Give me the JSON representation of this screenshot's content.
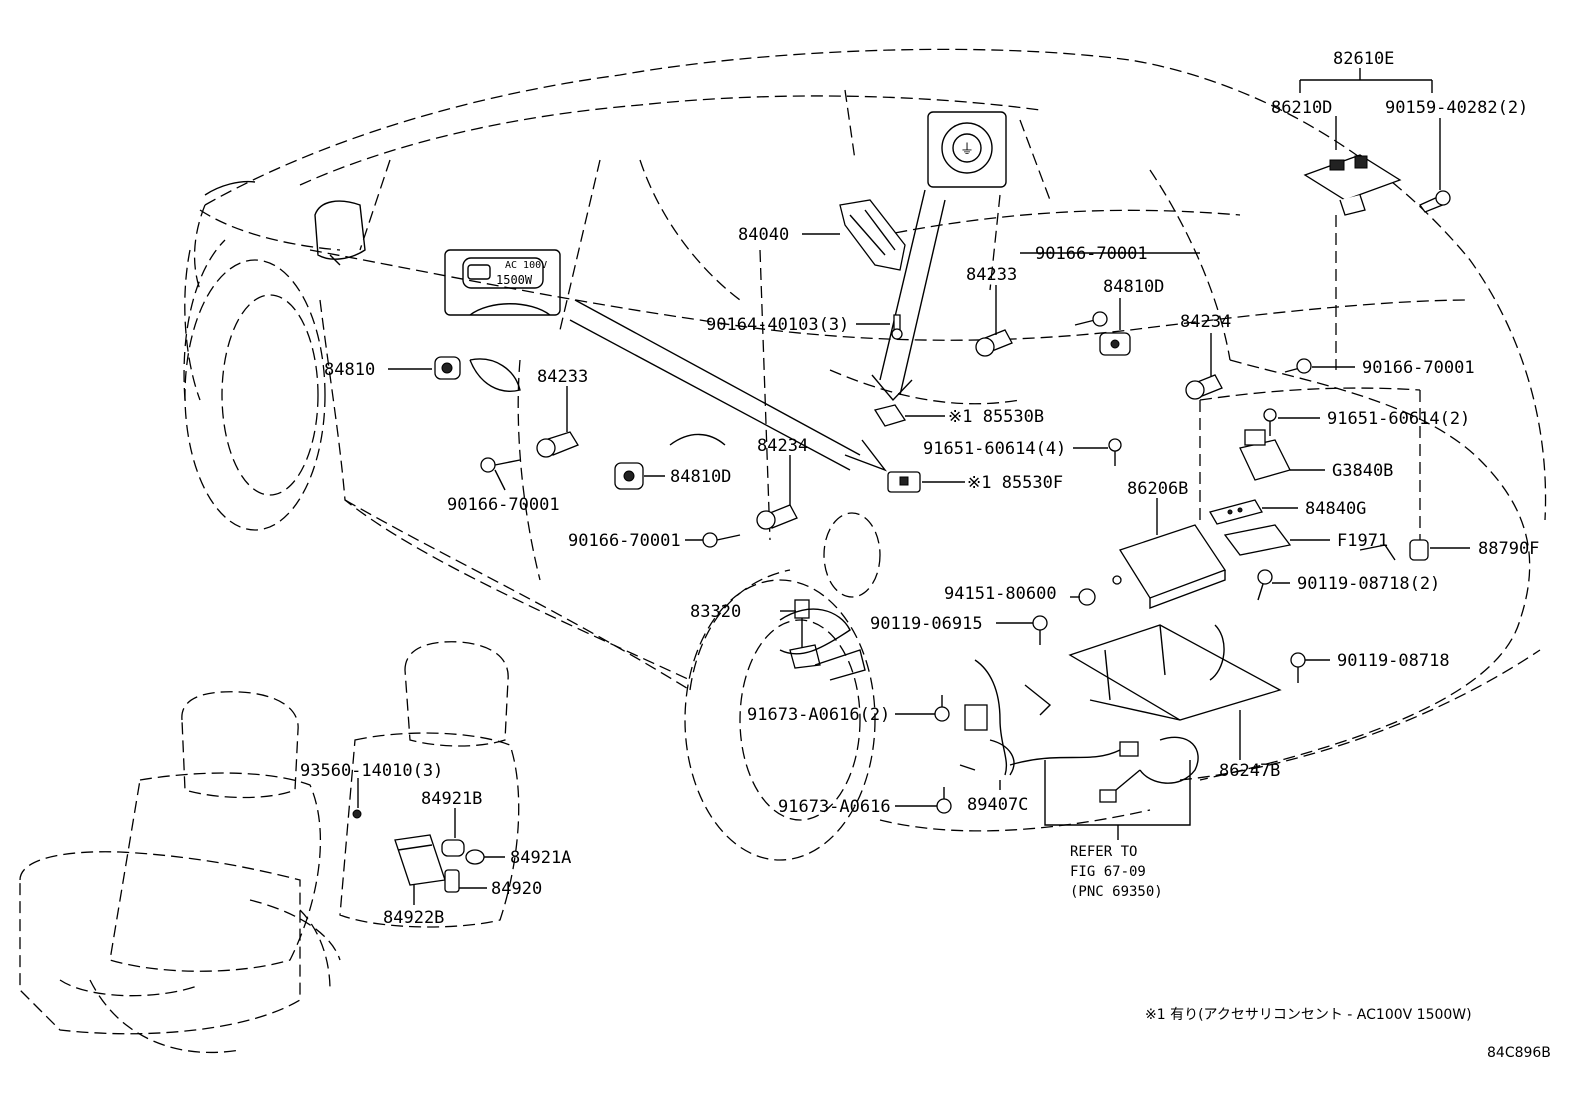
{
  "labels": {
    "p82610E": "82610E",
    "p86210D": "86210D",
    "p90159_40282": "90159-40282(2)",
    "p84040": "84040",
    "p90166_70001_a": "90166-70001",
    "p84233_a": "84233",
    "p84810D_a": "84810D",
    "p84234_a": "84234",
    "p90164_40103": "90164-40103(3)",
    "p90166_70001_b": "90166-70001",
    "p84810": "84810",
    "p84233_b": "84233",
    "p85530B": "※1 85530B",
    "p91651_60614_2": "91651-60614(2)",
    "p91651_60614_4": "91651-60614(4)",
    "pG3840B": "G3840B",
    "p84234_b": "84234",
    "p84810D_b": "84810D",
    "p85530F": "※1 85530F",
    "p86206B": "86206B",
    "p84840G": "84840G",
    "p90166_70001_c": "90166-70001",
    "pF1971": "F1971",
    "p88790F": "88790F",
    "p90166_70001_d": "90166-70001",
    "p94151_80600": "94151-80600",
    "p90119_08718_2": "90119-08718(2)",
    "p83320": "83320",
    "p90119_06915": "90119-06915",
    "p90119_08718": "90119-08718",
    "p91673_A0616_2": "91673-A0616(2)",
    "p86247B": "86247B",
    "p93560_14010": "93560-14010(3)",
    "p84921B": "84921B",
    "p91673_A0616": "91673-A0616",
    "p89407C": "89407C",
    "p84921A": "84921A",
    "p84920": "84920",
    "p84922B": "84922B"
  },
  "refer": {
    "line1": "REFER TO",
    "line2": "FIG 67-09",
    "line3": "(PNC 69350)"
  },
  "outlet_icon": {
    "line1": "AC 100V",
    "line2": "1500W"
  },
  "footnote": "※1 有り(アクセサリコンセント - AC100V 1500W)",
  "diagram_id": "84C896B"
}
